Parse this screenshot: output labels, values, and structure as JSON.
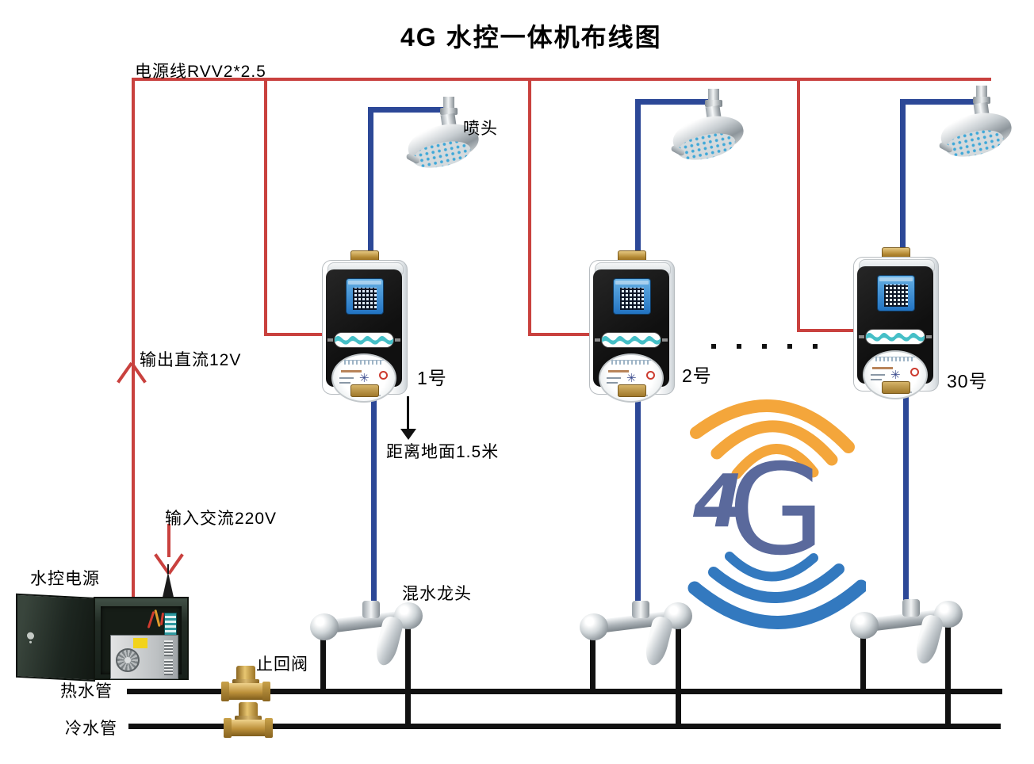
{
  "title": "4G 水控一体机布线图",
  "colors": {
    "power_wire": "#c9413e",
    "signal_wire": "#2c4897",
    "pipe": "#111111",
    "logo_orange": "#f4a63b",
    "logo_blue": "#3379bf",
    "logo_text": "#5a699c"
  },
  "labels": {
    "power_line": "电源线RVV2*2.5",
    "shower_head": "喷头",
    "dc_output": "输出直流12V",
    "ac_input": "输入交流220V",
    "power_supply": "水控电源",
    "distance": "距离地面1.5米",
    "mixing_faucet": "混水龙头",
    "check_valve": "止回阀",
    "hot_pipe": "热水管",
    "cold_pipe": "冷水管"
  },
  "units": [
    {
      "label": "1号"
    },
    {
      "label": "2号"
    },
    {
      "label": "30号"
    }
  ],
  "ellipsis_dot_count": 5,
  "logo": {
    "text_4": "4",
    "text_g": "G"
  }
}
